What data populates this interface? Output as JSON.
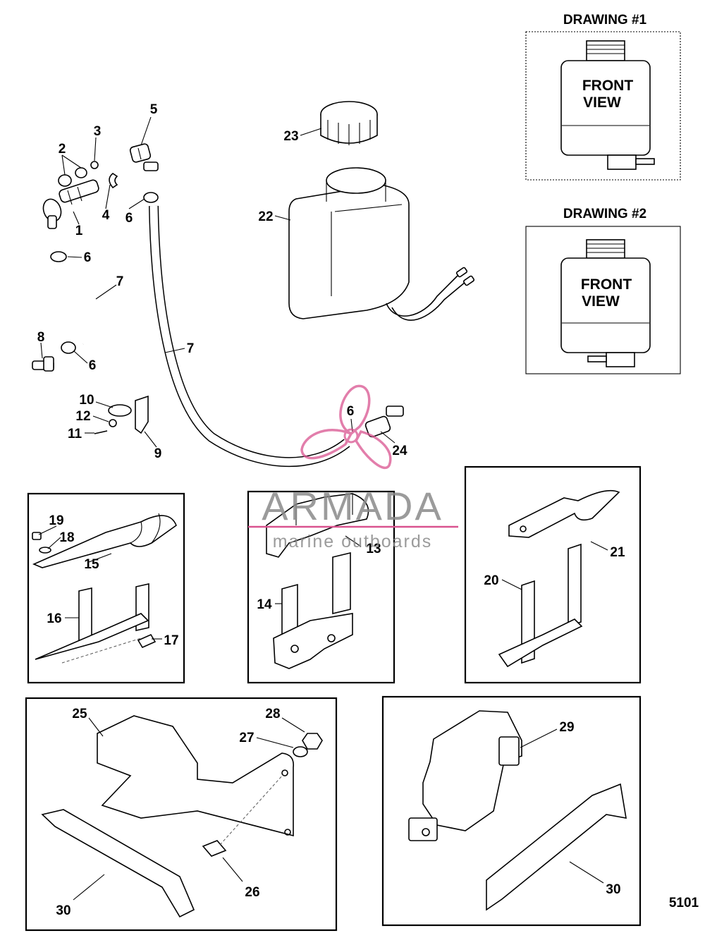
{
  "drawings": [
    {
      "title": "DRAWING #1",
      "label_line1": "FRONT",
      "label_line2": "VIEW"
    },
    {
      "title": "DRAWING #2",
      "label_line1": "FRONT",
      "label_line2": "VIEW"
    }
  ],
  "callouts": [
    "1",
    "2",
    "3",
    "4",
    "5",
    "6",
    "6",
    "6",
    "6",
    "7",
    "7",
    "8",
    "9",
    "10",
    "11",
    "12",
    "13",
    "14",
    "15",
    "16",
    "17",
    "18",
    "19",
    "20",
    "21",
    "22",
    "23",
    "24",
    "25",
    "26",
    "27",
    "28",
    "29",
    "30",
    "30"
  ],
  "figure_number": "5101",
  "watermark": {
    "brand": "ARMADA",
    "tagline": "marine outboards",
    "accent_color": "#d9538f"
  }
}
